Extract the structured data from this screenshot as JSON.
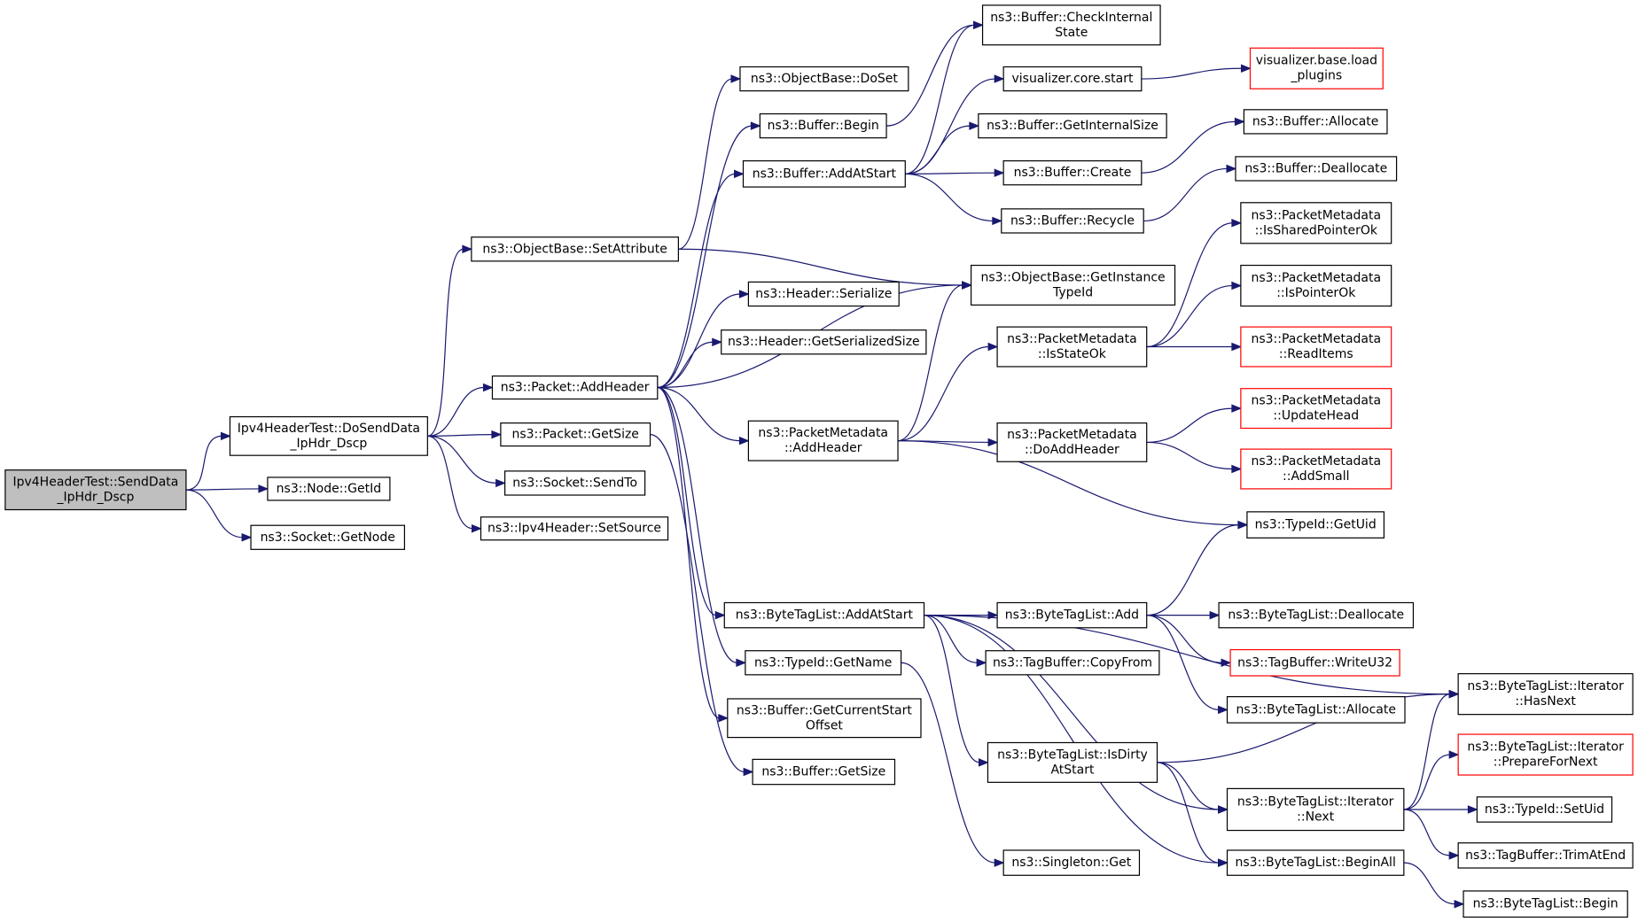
{
  "graph": {
    "colors": {
      "edge": "#191970",
      "root_fill": "#bfbfbf",
      "node_border": "#000000",
      "linked_node_border": "#ff0000"
    },
    "nodes": [
      {
        "id": "root",
        "label": [
          "Ipv4HeaderTest::SendData",
          "_IpHdr_Dscp"
        ],
        "style": "root"
      },
      {
        "id": "dosenddata",
        "label": [
          "Ipv4HeaderTest::DoSendData",
          "_IpHdr_Dscp"
        ]
      },
      {
        "id": "nodegetid",
        "label": [
          "ns3::Node::GetId"
        ]
      },
      {
        "id": "socketgetnode",
        "label": [
          "ns3::Socket::GetNode"
        ]
      },
      {
        "id": "setattribute",
        "label": [
          "ns3::ObjectBase::SetAttribute"
        ]
      },
      {
        "id": "packetaddheader",
        "label": [
          "ns3::Packet::AddHeader"
        ]
      },
      {
        "id": "packetgetsize",
        "label": [
          "ns3::Packet::GetSize"
        ]
      },
      {
        "id": "socketsendto",
        "label": [
          "ns3::Socket::SendTo"
        ]
      },
      {
        "id": "setsource",
        "label": [
          "ns3::Ipv4Header::SetSource"
        ]
      },
      {
        "id": "doset",
        "label": [
          "ns3::ObjectBase::DoSet"
        ]
      },
      {
        "id": "bufferbegin",
        "label": [
          "ns3::Buffer::Begin"
        ]
      },
      {
        "id": "bufferaddatstart",
        "label": [
          "ns3::Buffer::AddAtStart"
        ]
      },
      {
        "id": "headerserialize",
        "label": [
          "ns3::Header::Serialize"
        ]
      },
      {
        "id": "headergetsersize",
        "label": [
          "ns3::Header::GetSerializedSize"
        ]
      },
      {
        "id": "pmaddheader",
        "label": [
          "ns3::PacketMetadata",
          "::AddHeader"
        ]
      },
      {
        "id": "btladdatstart",
        "label": [
          "ns3::ByteTagList::AddAtStart"
        ]
      },
      {
        "id": "typeidgetname",
        "label": [
          "ns3::TypeId::GetName"
        ]
      },
      {
        "id": "buffergetcurrentstart",
        "label": [
          "ns3::Buffer::GetCurrentStart",
          "Offset"
        ]
      },
      {
        "id": "buffergetsize",
        "label": [
          "ns3::Buffer::GetSize"
        ]
      },
      {
        "id": "checkinternal",
        "label": [
          "ns3::Buffer::CheckInternal",
          "State"
        ]
      },
      {
        "id": "vizcorestart",
        "label": [
          "visualizer.core.start"
        ]
      },
      {
        "id": "buffergetinternalsize",
        "label": [
          "ns3::Buffer::GetInternalSize"
        ]
      },
      {
        "id": "buffercreate",
        "label": [
          "ns3::Buffer::Create"
        ]
      },
      {
        "id": "bufferrecycle",
        "label": [
          "ns3::Buffer::Recycle"
        ]
      },
      {
        "id": "getinstancetypeid",
        "label": [
          "ns3::ObjectBase::GetInstance",
          "TypeId"
        ]
      },
      {
        "id": "pmisstateok",
        "label": [
          "ns3::PacketMetadata",
          "::IsStateOk"
        ]
      },
      {
        "id": "pmdoaddheader",
        "label": [
          "ns3::PacketMetadata",
          "::DoAddHeader"
        ]
      },
      {
        "id": "btladd",
        "label": [
          "ns3::ByteTagList::Add"
        ]
      },
      {
        "id": "tagbuffercopyfrom",
        "label": [
          "ns3::TagBuffer::CopyFrom"
        ]
      },
      {
        "id": "btlisdirty",
        "label": [
          "ns3::ByteTagList::IsDirty",
          "AtStart"
        ]
      },
      {
        "id": "singletonget",
        "label": [
          "ns3::Singleton::Get"
        ]
      },
      {
        "id": "vizloadplugins",
        "label": [
          "visualizer.base.load",
          "_plugins"
        ],
        "style": "red"
      },
      {
        "id": "bufferallocate",
        "label": [
          "ns3::Buffer::Allocate"
        ]
      },
      {
        "id": "bufferdeallocate",
        "label": [
          "ns3::Buffer::Deallocate"
        ]
      },
      {
        "id": "pmissharedptr",
        "label": [
          "ns3::PacketMetadata",
          "::IsSharedPointerOk"
        ]
      },
      {
        "id": "pmisptrok",
        "label": [
          "ns3::PacketMetadata",
          "::IsPointerOk"
        ]
      },
      {
        "id": "pmreaditems",
        "label": [
          "ns3::PacketMetadata",
          "::ReadItems"
        ],
        "style": "red"
      },
      {
        "id": "pmupdatehead",
        "label": [
          "ns3::PacketMetadata",
          "::UpdateHead"
        ],
        "style": "red"
      },
      {
        "id": "pmaddsmall",
        "label": [
          "ns3::PacketMetadata",
          "::AddSmall"
        ],
        "style": "red"
      },
      {
        "id": "typeidgetuid",
        "label": [
          "ns3::TypeId::GetUid"
        ]
      },
      {
        "id": "btldeallocate",
        "label": [
          "ns3::ByteTagList::Deallocate"
        ]
      },
      {
        "id": "tagbufferwriteu32",
        "label": [
          "ns3::TagBuffer::WriteU32"
        ],
        "style": "red"
      },
      {
        "id": "btlallocate",
        "label": [
          "ns3::ByteTagList::Allocate"
        ]
      },
      {
        "id": "btliternext",
        "label": [
          "ns3::ByteTagList::Iterator",
          "::Next"
        ]
      },
      {
        "id": "btlbeginall",
        "label": [
          "ns3::ByteTagList::BeginAll"
        ]
      },
      {
        "id": "btlhasnext",
        "label": [
          "ns3::ByteTagList::Iterator",
          "::HasNext"
        ]
      },
      {
        "id": "btlprepare",
        "label": [
          "ns3::ByteTagList::Iterator",
          "::PrepareForNext"
        ],
        "style": "red"
      },
      {
        "id": "typeidsetuid",
        "label": [
          "ns3::TypeId::SetUid"
        ]
      },
      {
        "id": "tagbuffertrimatend",
        "label": [
          "ns3::TagBuffer::TrimAtEnd"
        ]
      },
      {
        "id": "btlbegin",
        "label": [
          "ns3::ByteTagList::Begin"
        ]
      }
    ],
    "edges": [
      [
        "root",
        "dosenddata"
      ],
      [
        "root",
        "nodegetid"
      ],
      [
        "root",
        "socketgetnode"
      ],
      [
        "dosenddata",
        "setattribute"
      ],
      [
        "dosenddata",
        "packetaddheader"
      ],
      [
        "dosenddata",
        "packetgetsize"
      ],
      [
        "dosenddata",
        "socketsendto"
      ],
      [
        "dosenddata",
        "setsource"
      ],
      [
        "setattribute",
        "doset"
      ],
      [
        "setattribute",
        "getinstancetypeid"
      ],
      [
        "packetaddheader",
        "bufferbegin"
      ],
      [
        "packetaddheader",
        "bufferaddatstart"
      ],
      [
        "packetaddheader",
        "headerserialize"
      ],
      [
        "packetaddheader",
        "headergetsersize"
      ],
      [
        "packetaddheader",
        "pmaddheader"
      ],
      [
        "packetaddheader",
        "btladdatstart"
      ],
      [
        "packetaddheader",
        "typeidgetname"
      ],
      [
        "packetaddheader",
        "buffergetcurrentstart"
      ],
      [
        "packetaddheader",
        "getinstancetypeid"
      ],
      [
        "packetgetsize",
        "buffergetsize"
      ],
      [
        "bufferbegin",
        "checkinternal"
      ],
      [
        "bufferaddatstart",
        "checkinternal"
      ],
      [
        "bufferaddatstart",
        "vizcorestart"
      ],
      [
        "bufferaddatstart",
        "buffergetinternalsize"
      ],
      [
        "bufferaddatstart",
        "buffercreate"
      ],
      [
        "bufferaddatstart",
        "bufferrecycle"
      ],
      [
        "vizcorestart",
        "vizloadplugins"
      ],
      [
        "buffercreate",
        "bufferallocate"
      ],
      [
        "bufferrecycle",
        "bufferdeallocate"
      ],
      [
        "pmaddheader",
        "getinstancetypeid"
      ],
      [
        "pmaddheader",
        "pmisstateok"
      ],
      [
        "pmaddheader",
        "pmdoaddheader"
      ],
      [
        "pmaddheader",
        "typeidgetuid"
      ],
      [
        "pmisstateok",
        "pmissharedptr"
      ],
      [
        "pmisstateok",
        "pmisptrok"
      ],
      [
        "pmisstateok",
        "pmreaditems"
      ],
      [
        "pmdoaddheader",
        "pmupdatehead"
      ],
      [
        "pmdoaddheader",
        "pmaddsmall"
      ],
      [
        "btladdatstart",
        "btladd"
      ],
      [
        "btladdatstart",
        "tagbuffercopyfrom"
      ],
      [
        "btladdatstart",
        "btlisdirty"
      ],
      [
        "btladdatstart",
        "btliternext"
      ],
      [
        "btladdatstart",
        "btlbeginall"
      ],
      [
        "btladdatstart",
        "btlhasnext"
      ],
      [
        "btladd",
        "typeidgetuid"
      ],
      [
        "btladd",
        "btldeallocate"
      ],
      [
        "btladd",
        "tagbufferwriteu32"
      ],
      [
        "btladd",
        "btlallocate"
      ],
      [
        "btlisdirty",
        "btlhasnext"
      ],
      [
        "btlisdirty",
        "btliternext"
      ],
      [
        "btlisdirty",
        "btlbeginall"
      ],
      [
        "btliternext",
        "btlhasnext"
      ],
      [
        "btliternext",
        "btlprepare"
      ],
      [
        "btliternext",
        "typeidsetuid"
      ],
      [
        "btliternext",
        "tagbuffertrimatend"
      ],
      [
        "btlbeginall",
        "btlbegin"
      ],
      [
        "typeidgetname",
        "singletonget"
      ]
    ]
  }
}
